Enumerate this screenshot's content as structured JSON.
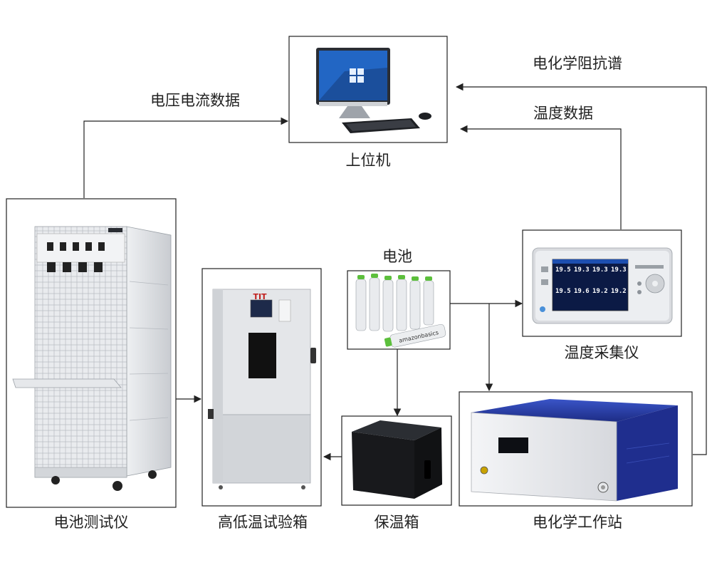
{
  "nodes": {
    "pc": {
      "label": "上位机"
    },
    "tester": {
      "label": "电池测试仪"
    },
    "chamber": {
      "label": "高低温试验箱"
    },
    "battery": {
      "label": "电池"
    },
    "incubator": {
      "label": "保温箱"
    },
    "logger": {
      "label": "温度采集仪"
    },
    "workstation": {
      "label": "电化学工作站"
    }
  },
  "edges": {
    "voltage_current": {
      "label": "电压电流数据"
    },
    "impedance": {
      "label": "电化学阻抗谱"
    },
    "temperature": {
      "label": "温度数据"
    }
  },
  "device_texts": {
    "logger_readings": [
      "19.5",
      "19.3",
      "19.3",
      "19.3",
      "19.5",
      "19.6",
      "19.2",
      "19.2"
    ],
    "battery_brand": "amazonbasics",
    "chamber_mark": "TIT"
  },
  "colors": {
    "line": "#222222",
    "workstation_blue": "#2b3fa8",
    "logger_screen": "#0b1a45",
    "battery_green": "#5cbf3c"
  }
}
